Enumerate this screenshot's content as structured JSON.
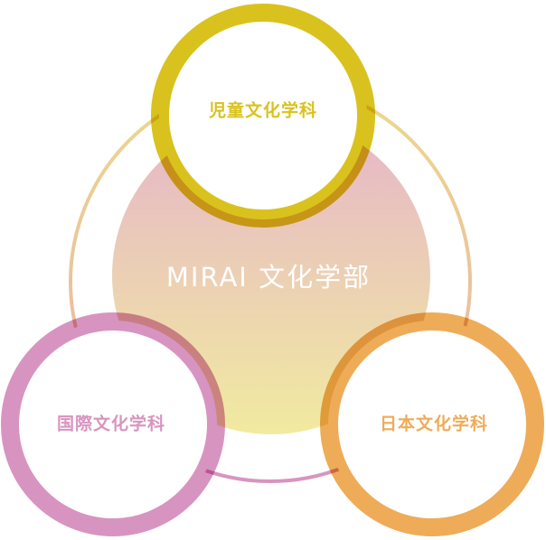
{
  "center": {
    "label": "MIRAI 文化学部"
  },
  "departments": [
    {
      "label": "児童文化学科",
      "color": "#d9c21e"
    },
    {
      "label": "国際文化学科",
      "color": "#d894c0"
    },
    {
      "label": "日本文化学科",
      "color": "#eeac58"
    }
  ],
  "colors": {
    "center_top": "#e6b5c9",
    "center_bottom": "#f1eaa0"
  }
}
